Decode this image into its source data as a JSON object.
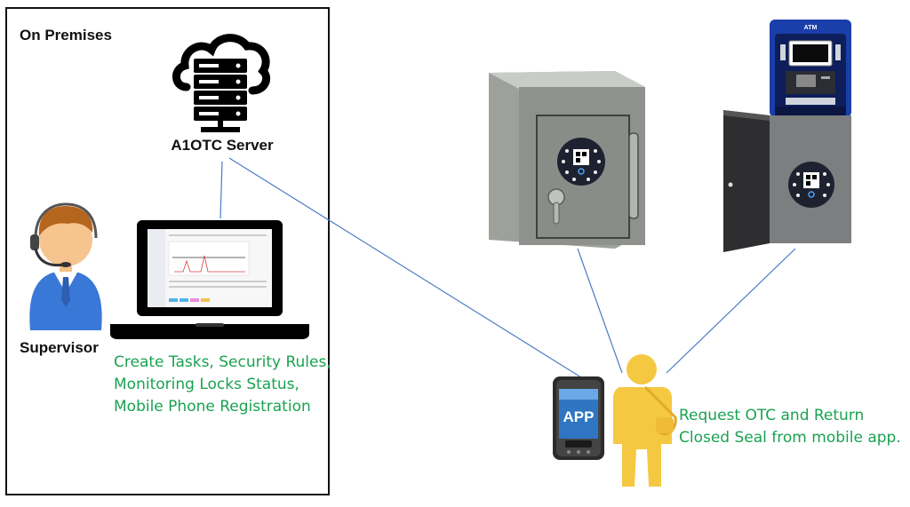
{
  "premises": {
    "label": "On Premises"
  },
  "server": {
    "label": "A1OTC Server",
    "icon": "cloud-server-icon"
  },
  "supervisor": {
    "label": "Supervisor",
    "icon": "supervisor-headset-icon"
  },
  "laptop": {
    "icon": "laptop-dashboard-icon"
  },
  "tasks": {
    "lines": [
      "Create Tasks, Security Rules,",
      "Monitoring Locks Status,",
      "Mobile Phone Registration"
    ]
  },
  "phone": {
    "app_label": "APP",
    "icon": "mobile-phone-icon"
  },
  "courier": {
    "icon": "person-icon"
  },
  "request": {
    "lines": [
      "Request OTC and Return",
      "Closed Seal from mobile app."
    ]
  },
  "atm": {
    "label": "ATM",
    "icon": "atm-machine-icon"
  },
  "safe": {
    "icon": "safe-icon"
  },
  "colors": {
    "accent_green": "#1aa251",
    "connector_blue": "#4a7cc4",
    "person_yellow": "#f5c842"
  }
}
